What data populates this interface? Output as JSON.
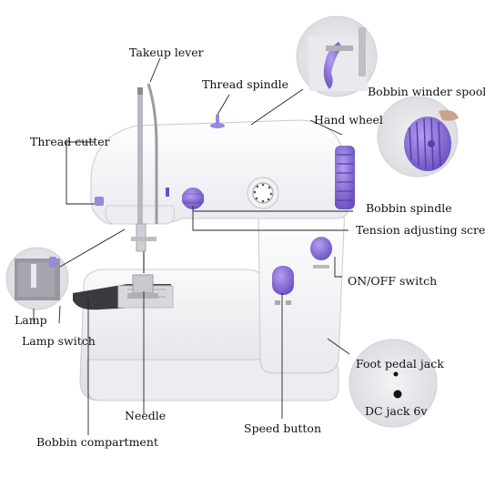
{
  "labels": {
    "takeup_lever": "Takeup lever",
    "thread_spindle": "Thread spindle",
    "bobbin_winder_spool": "Bobbin winder spool",
    "hand_wheel": "Hand wheel",
    "thread_cutter": "Thread cutter",
    "bobbin_spindle": "Bobbin spindle",
    "tension_adjusting_screw": "Tension adjusting screw",
    "on_off_switch": "ON/OFF switch",
    "lamp": "Lamp",
    "lamp_switch": "Lamp switch",
    "foot_pedal_jack": "Foot pedal jack",
    "dc_jack": "DC jack 6v",
    "needle": "Needle",
    "speed_button": "Speed button",
    "bobbin_compartment": "Bobbin compartment"
  },
  "colors": {
    "accent": "#8b6fd6",
    "accent_dark": "#6b4fc0",
    "body": "#f7f7f9",
    "line": "#222222"
  }
}
